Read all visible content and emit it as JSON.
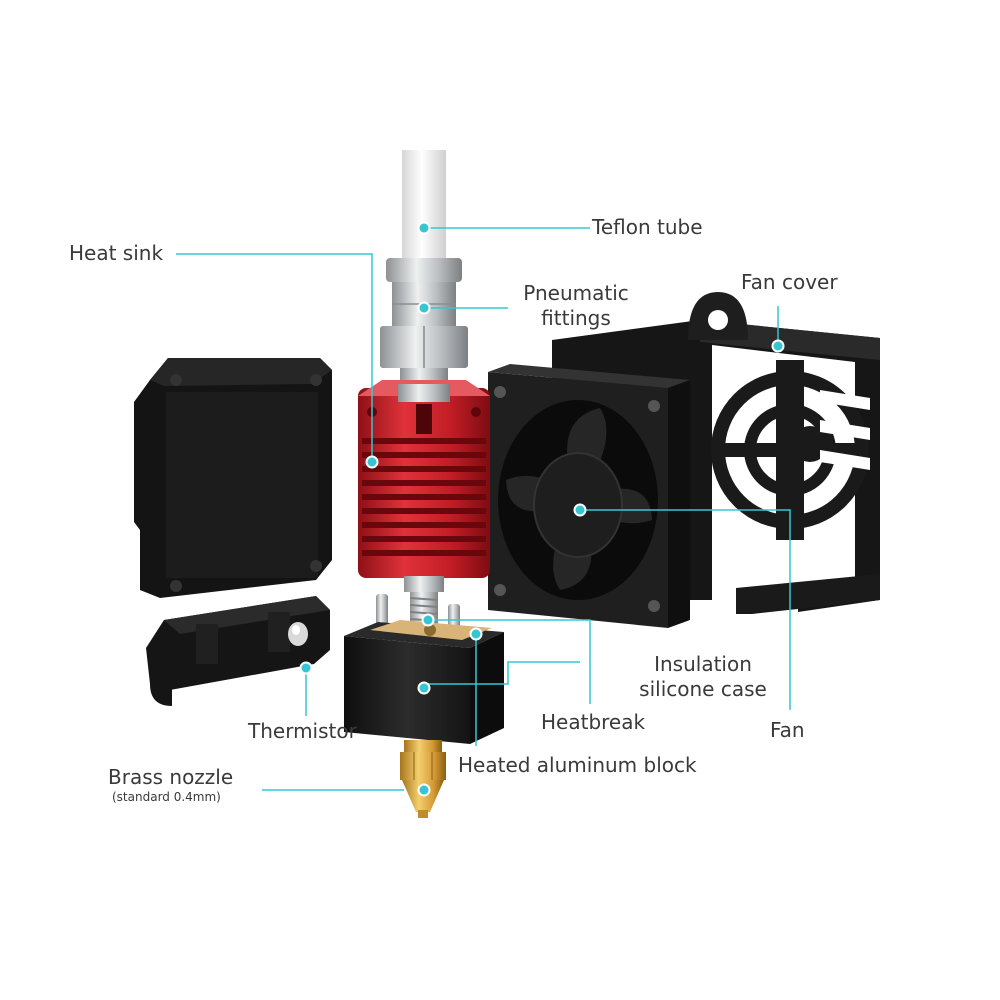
{
  "labels": {
    "teflon_tube": "Teflon tube",
    "heat_sink": "Heat sink",
    "pneumatic_line1": "Pneumatic",
    "pneumatic_line2": "fittings",
    "fan_cover": "Fan cover",
    "insulation_line1": "Insulation",
    "insulation_line2": "silicone case",
    "heatbreak": "Heatbreak",
    "fan": "Fan",
    "thermistor": "Thermistor",
    "heated_block": "Heated aluminum block",
    "brass_nozzle": "Brass nozzle",
    "brass_nozzle_note": "(standard 0.4mm)"
  },
  "colors": {
    "callout": "#35c6d3",
    "text": "#3a3a3a",
    "red_heatsink": "#c9202a",
    "black_parts": "#1c1c1c",
    "brass": "#d9a441",
    "steel": "#b8bcbf",
    "teflon": "#f1f1f1"
  }
}
